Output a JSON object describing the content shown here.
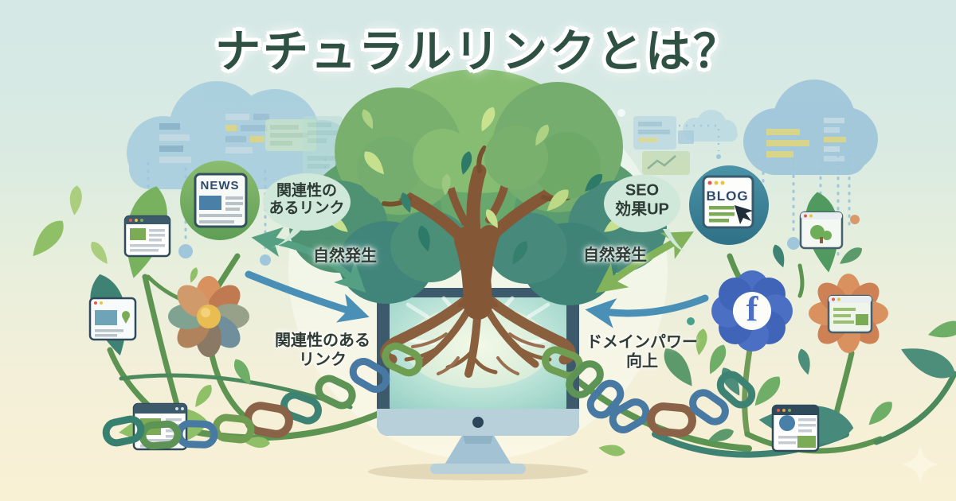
{
  "title": "ナチュラルリンクとは？",
  "left_cluster": {
    "news_icon_label": "NEWS",
    "bubble_line1": "関連性の",
    "bubble_line2": "あるリンク",
    "arrow_label": "自然発生",
    "link_label_line1": "関連性のある",
    "link_label_line2": "リンク"
  },
  "right_cluster": {
    "blog_icon_label": "BLOG",
    "bubble_line1": "SEO",
    "bubble_line2": "効果UP",
    "arrow_label": "自然発生",
    "link_label_line1": "ドメインパワー",
    "link_label_line2": "向上",
    "facebook_icon_letter": "f"
  },
  "colors": {
    "title_green": "#2e5144",
    "label_dark": "#2f3b35",
    "bubble_mint": "#cfe8da",
    "arrow_green_left": "#55a083",
    "arrow_green_right": "#82b35a",
    "arrow_blue": "#4a8fb5",
    "facebook_blue": "#4a6fc3",
    "chain_green": "#6f9e53",
    "chain_blue": "#4879a2",
    "chain_teal": "#3e8273",
    "chain_brown": "#8a6248",
    "trunk_brown": "#845836",
    "canopy_green": "#69a86d",
    "monitor_bezel": "#3d5a6c",
    "screen_mint": "#bfe6da",
    "background_top": "#d5e8e6",
    "background_bottom": "#f9f1d4"
  }
}
